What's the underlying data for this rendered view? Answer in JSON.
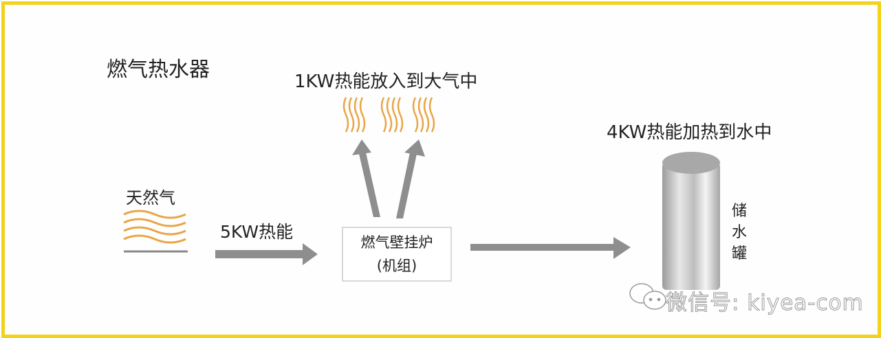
{
  "title": "燃气热水器",
  "gas_label": "天然气",
  "input_energy_label": "5KW热能",
  "boiler_label_line1": "燃气壁挂炉",
  "boiler_label_line2": "(机组)",
  "loss_label": "1KW热能放入到大气中",
  "output_label": "4KW热能加热到水中",
  "tank_label": "储水罐",
  "watermark": "微信号: kiyea-com",
  "colors": {
    "border": "#f3d21c",
    "heat_wave": "#e9a545",
    "arrow": "#8e8e8e"
  }
}
